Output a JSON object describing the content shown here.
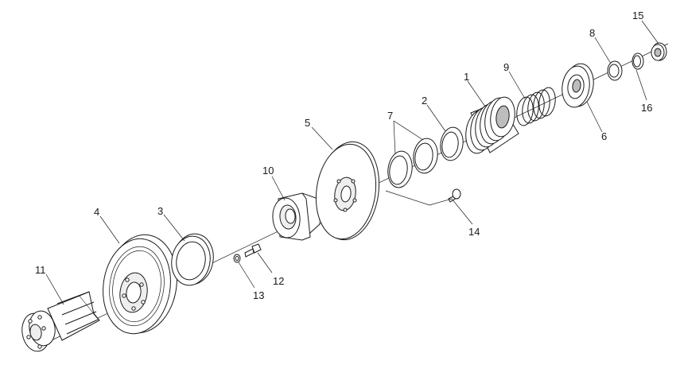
{
  "callouts": [
    {
      "id": "c1",
      "label": "1"
    },
    {
      "id": "c2",
      "label": "2"
    },
    {
      "id": "c3",
      "label": "3"
    },
    {
      "id": "c4",
      "label": "4"
    },
    {
      "id": "c5",
      "label": "5"
    },
    {
      "id": "c6",
      "label": "6"
    },
    {
      "id": "c7",
      "label": "7"
    },
    {
      "id": "c8",
      "label": "8"
    },
    {
      "id": "c9",
      "label": "9"
    },
    {
      "id": "c10",
      "label": "10"
    },
    {
      "id": "c11",
      "label": "11"
    },
    {
      "id": "c12",
      "label": "12"
    },
    {
      "id": "c13",
      "label": "13"
    },
    {
      "id": "c14",
      "label": "14"
    },
    {
      "id": "c15",
      "label": "15"
    },
    {
      "id": "c16",
      "label": "16"
    }
  ],
  "colors": {
    "line": "#1a1a1a",
    "background": "#ffffff",
    "shade": "#bdbdbd"
  }
}
